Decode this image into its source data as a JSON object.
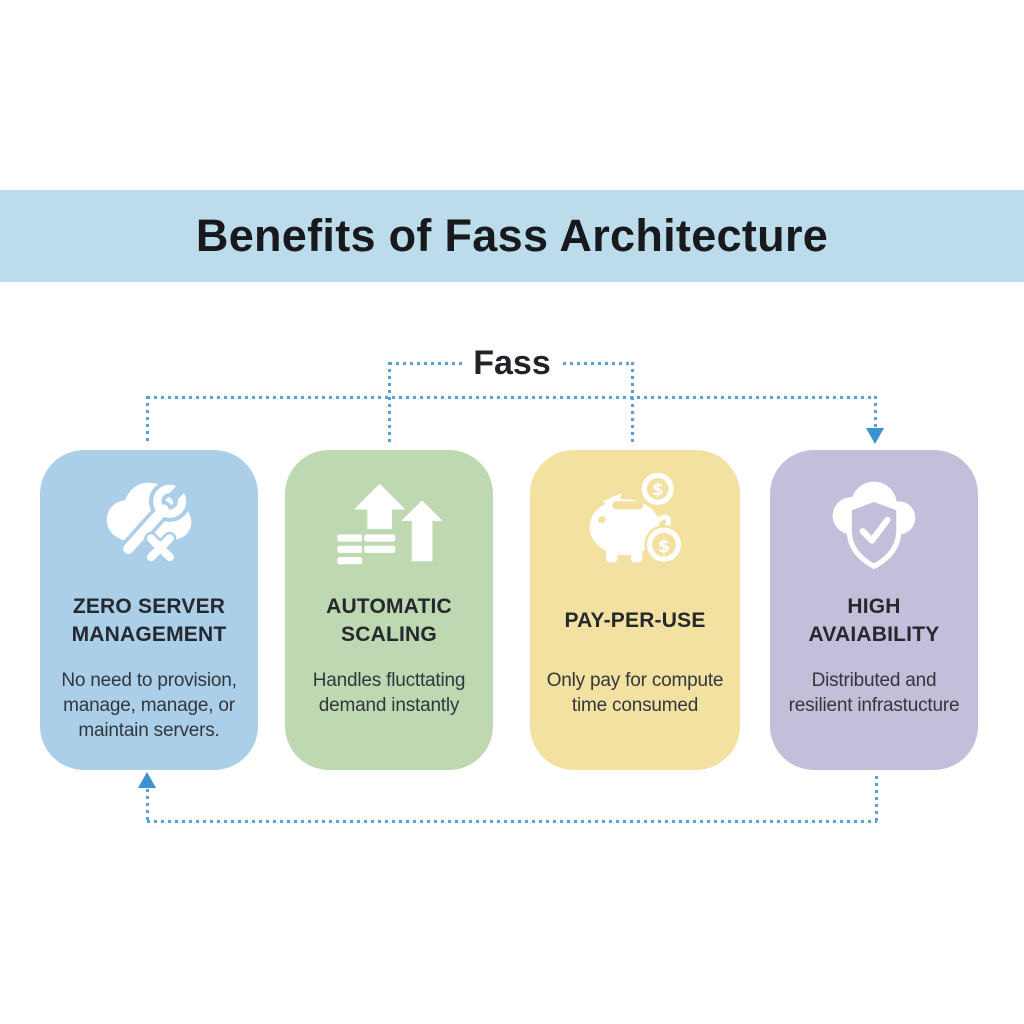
{
  "banner": {
    "title": "Benefits of Fass Architecture"
  },
  "diagram": {
    "root_label": "Fass",
    "coin_symbol": "$"
  },
  "cards": [
    {
      "title": "ZERO SERVER MANAGEMENT",
      "description": "No need to provision, manage, manage, or maintain servers.",
      "bg": "#abcfe8",
      "icon": "cloud-wrench-icon"
    },
    {
      "title": "AUTOMATIC SCALING",
      "description": "Handles flucttating demand instantly",
      "bg": "#bed8b2",
      "icon": "scaling-arrows-icon"
    },
    {
      "title": "PAY-PER-USE",
      "description": "Only pay for compute time consumed",
      "bg": "#f3e1a1",
      "icon": "piggy-bank-icon"
    },
    {
      "title": "HIGH AVAIABILITY",
      "description": "Distributed and resilient infrastucture",
      "bg": "#c5bedb",
      "icon": "cloud-shield-check-icon"
    }
  ],
  "colors": {
    "banner_bg": "#bcdcec",
    "page_bg": "#ffffff",
    "title_text": "#17191c",
    "card_title_text": "#25282d",
    "card_desc_text": "#31373d",
    "connector": "#58a0d6",
    "arrow": "#3e93cc"
  }
}
